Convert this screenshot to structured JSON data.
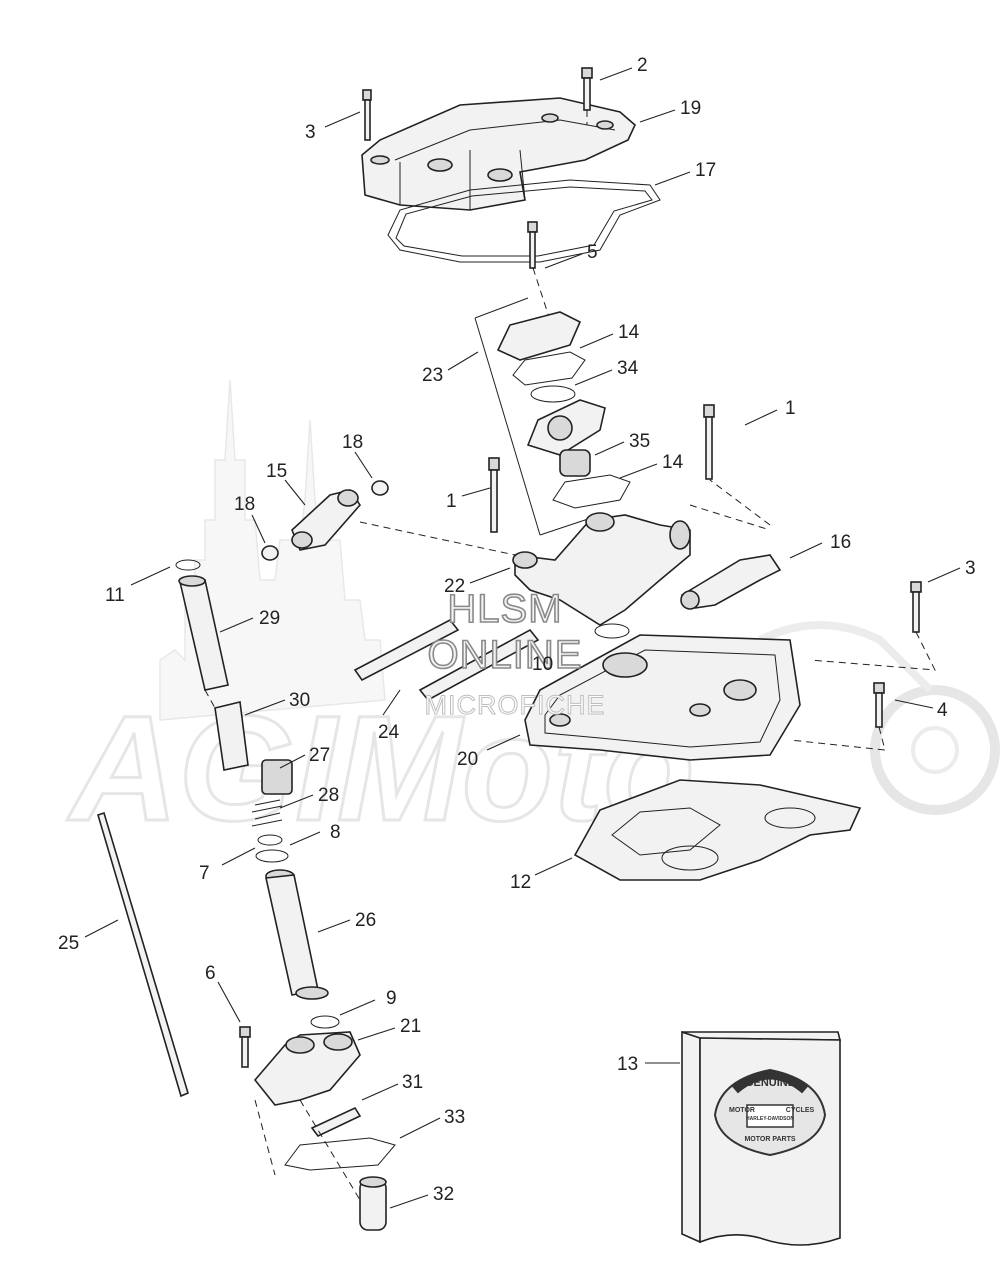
{
  "watermark": {
    "line1": "HLSM",
    "line2": "ONLINE",
    "line3": "MICROFICHE",
    "brand": "AGIMoto"
  },
  "badge": {
    "top": "GENUINE",
    "left": "MOTOR",
    "right": "CYCLES",
    "center": "HARLEY-DAVIDSON",
    "bottom": "MOTOR PARTS"
  },
  "callouts": [
    {
      "id": "c2",
      "text": "2"
    },
    {
      "id": "c19",
      "text": "19"
    },
    {
      "id": "c3a",
      "text": "3"
    },
    {
      "id": "c17",
      "text": "17"
    },
    {
      "id": "c5",
      "text": "5"
    },
    {
      "id": "c14a",
      "text": "14"
    },
    {
      "id": "c23",
      "text": "23"
    },
    {
      "id": "c34",
      "text": "34"
    },
    {
      "id": "c1a",
      "text": "1"
    },
    {
      "id": "c35",
      "text": "35"
    },
    {
      "id": "c14b",
      "text": "14"
    },
    {
      "id": "c18a",
      "text": "18"
    },
    {
      "id": "c15",
      "text": "15"
    },
    {
      "id": "c18b",
      "text": "18"
    },
    {
      "id": "c1b",
      "text": "1"
    },
    {
      "id": "c16",
      "text": "16"
    },
    {
      "id": "c11",
      "text": "11"
    },
    {
      "id": "c22",
      "text": "22"
    },
    {
      "id": "c3b",
      "text": "3"
    },
    {
      "id": "c29",
      "text": "29"
    },
    {
      "id": "c10",
      "text": "10"
    },
    {
      "id": "c4",
      "text": "4"
    },
    {
      "id": "c30",
      "text": "30"
    },
    {
      "id": "c24",
      "text": "24"
    },
    {
      "id": "c20",
      "text": "20"
    },
    {
      "id": "c27",
      "text": "27"
    },
    {
      "id": "c28",
      "text": "28"
    },
    {
      "id": "c8",
      "text": "8"
    },
    {
      "id": "c7",
      "text": "7"
    },
    {
      "id": "c12",
      "text": "12"
    },
    {
      "id": "c26",
      "text": "26"
    },
    {
      "id": "c25",
      "text": "25"
    },
    {
      "id": "c6",
      "text": "6"
    },
    {
      "id": "c9",
      "text": "9"
    },
    {
      "id": "c21",
      "text": "21"
    },
    {
      "id": "c13",
      "text": "13"
    },
    {
      "id": "c31",
      "text": "31"
    },
    {
      "id": "c33",
      "text": "33"
    },
    {
      "id": "c32",
      "text": "32"
    }
  ]
}
